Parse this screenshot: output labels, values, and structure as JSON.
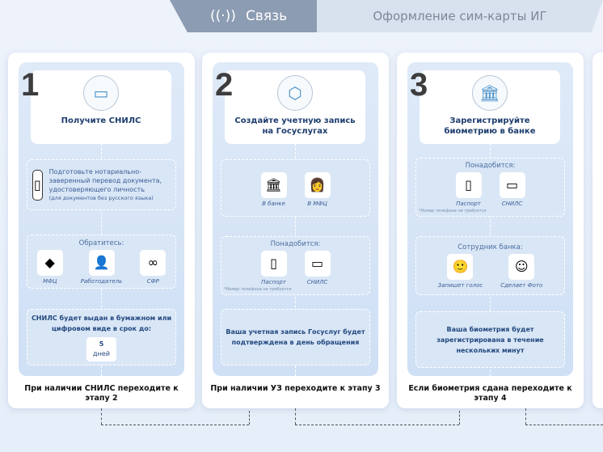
{
  "tabs": {
    "active": {
      "label": "Связь",
      "icon": "antenna-icon"
    },
    "second": {
      "label": "Оформление сим-карты ИГ"
    }
  },
  "steps": [
    {
      "number": "1",
      "icon": "snils-card-icon",
      "title": "Получите СНИЛС",
      "doc": {
        "icon": "passport-icon",
        "text": "Подготовьте нотариально-заверенный перевод документа, удостоверяющего личность",
        "subtext": "(для документов без русского языка)"
      },
      "contact": {
        "title": "Обратитесь:",
        "items": [
          {
            "label": "МФЦ",
            "icon": "mfc-logo-icon"
          },
          {
            "label": "Работодатель",
            "icon": "employer-icon"
          },
          {
            "label": "СФР",
            "icon": "sfr-logo-icon"
          }
        ]
      },
      "result": {
        "text": "СНИЛС будет выдан в бумажном или цифровом виде в срок до:",
        "badge_value": "5",
        "badge_unit": "дней"
      },
      "footer": "При наличии СНИЛС переходите к этапу 2"
    },
    {
      "number": "2",
      "icon": "gosuslugi-logo-icon",
      "title": "Создайте учетную запись на Госуслугах",
      "places": {
        "items": [
          {
            "label": "В банке",
            "icon": "bank-icon"
          },
          {
            "label": "В МФЦ",
            "icon": "mfc-clerk-icon"
          }
        ]
      },
      "needs": {
        "title": "Понадобится:",
        "items": [
          {
            "label": "Паспорт",
            "icon": "passport-icon"
          },
          {
            "label": "СНИЛС",
            "icon": "snils-card-icon"
          }
        ],
        "note": "*Номер телефона не требуется"
      },
      "result": {
        "text": "Ваша учетная запись Госуслуг будет подтверждена в день обращения"
      },
      "footer": "При наличии УЗ переходите к этапу 3"
    },
    {
      "number": "3",
      "icon": "bank-icon",
      "title": "Зарегистрируйте биометрию в банке",
      "needs": {
        "title": "Понадобится:",
        "items": [
          {
            "label": "Паспорт",
            "icon": "passport-icon"
          },
          {
            "label": "СНИЛС",
            "icon": "snils-card-icon"
          }
        ],
        "note": "*Номер телефона не требуется"
      },
      "staff": {
        "title": "Сотрудник банка:",
        "items": [
          {
            "label": "Запишет голос",
            "icon": "voice-record-icon"
          },
          {
            "label": "Сделает Фото",
            "icon": "face-photo-icon"
          }
        ]
      },
      "result": {
        "text": "Ваша биометрия будет зарегистрирована в течение нескольких минут"
      },
      "footer": "Если биометрия сдана переходите к этапу 4"
    }
  ]
}
